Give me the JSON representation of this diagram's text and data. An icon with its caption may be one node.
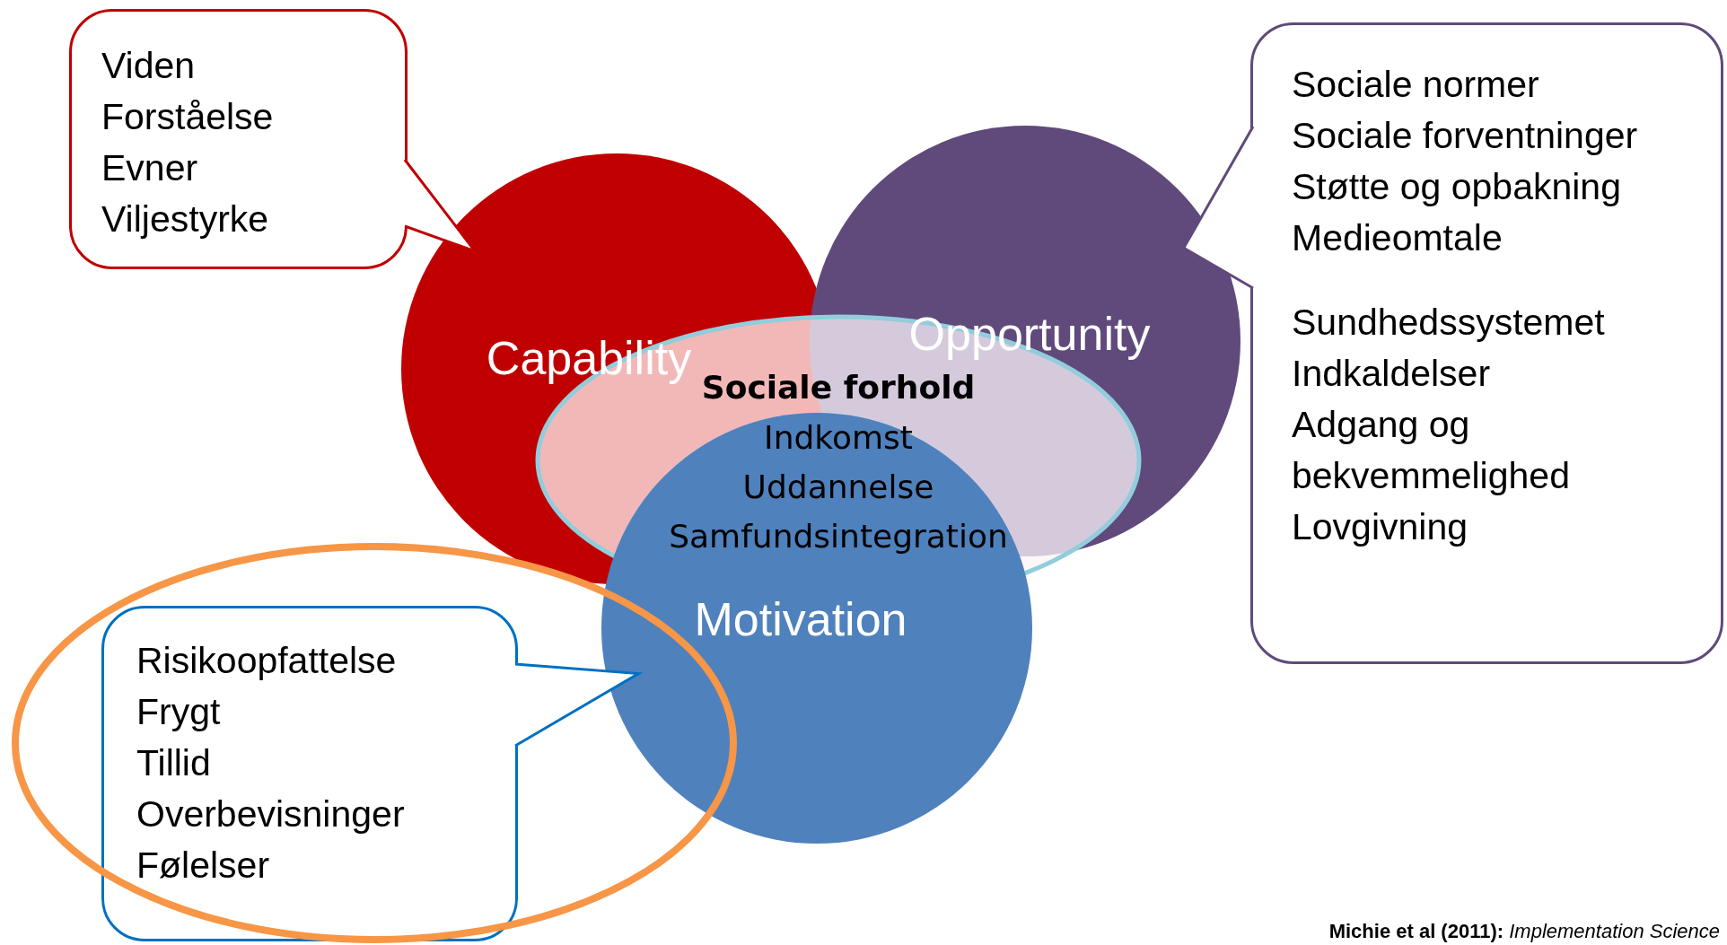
{
  "diagram": {
    "caption": "**Michie et al (2011):** *Implementation Science*",
    "nodes": [
      {
        "text": [
          "Viden",
          "Forståelse",
          "Evner",
          "Viljestyrke"
        ]
      },
      {
        "text": [
          "Capability"
        ]
      },
      {
        "text": [
          "Opportunity"
        ]
      },
      {
        "text": [
          "Sociale normer",
          "Sociale forventninger",
          "Støtte og opbakning",
          "Medieomtale",
          "Sundhedssystemet",
          "Indkaldelser",
          "Adgang og bekvemmelighed",
          "Lovgivning"
        ]
      },
      {
        "text": [
          "Sociale forhold",
          "Indkomst",
          "Uddannelse",
          "Samfundsintegration"
        ]
      },
      {
        "text": [
          "Motivation"
        ]
      },
      {
        "text": [
          "Risikoopfattelse",
          "Frygt",
          "Tillid",
          "Overbevisninger",
          "Følelser"
        ]
      }
    ],
    "edges": [
      {
        "from": 0,
        "to": 1,
        "arrow": "to"
      },
      {
        "from": 3,
        "to": 2,
        "arrow": "to"
      },
      {
        "from": 6,
        "to": 5,
        "arrow": "to"
      }
    ]
  }
}
